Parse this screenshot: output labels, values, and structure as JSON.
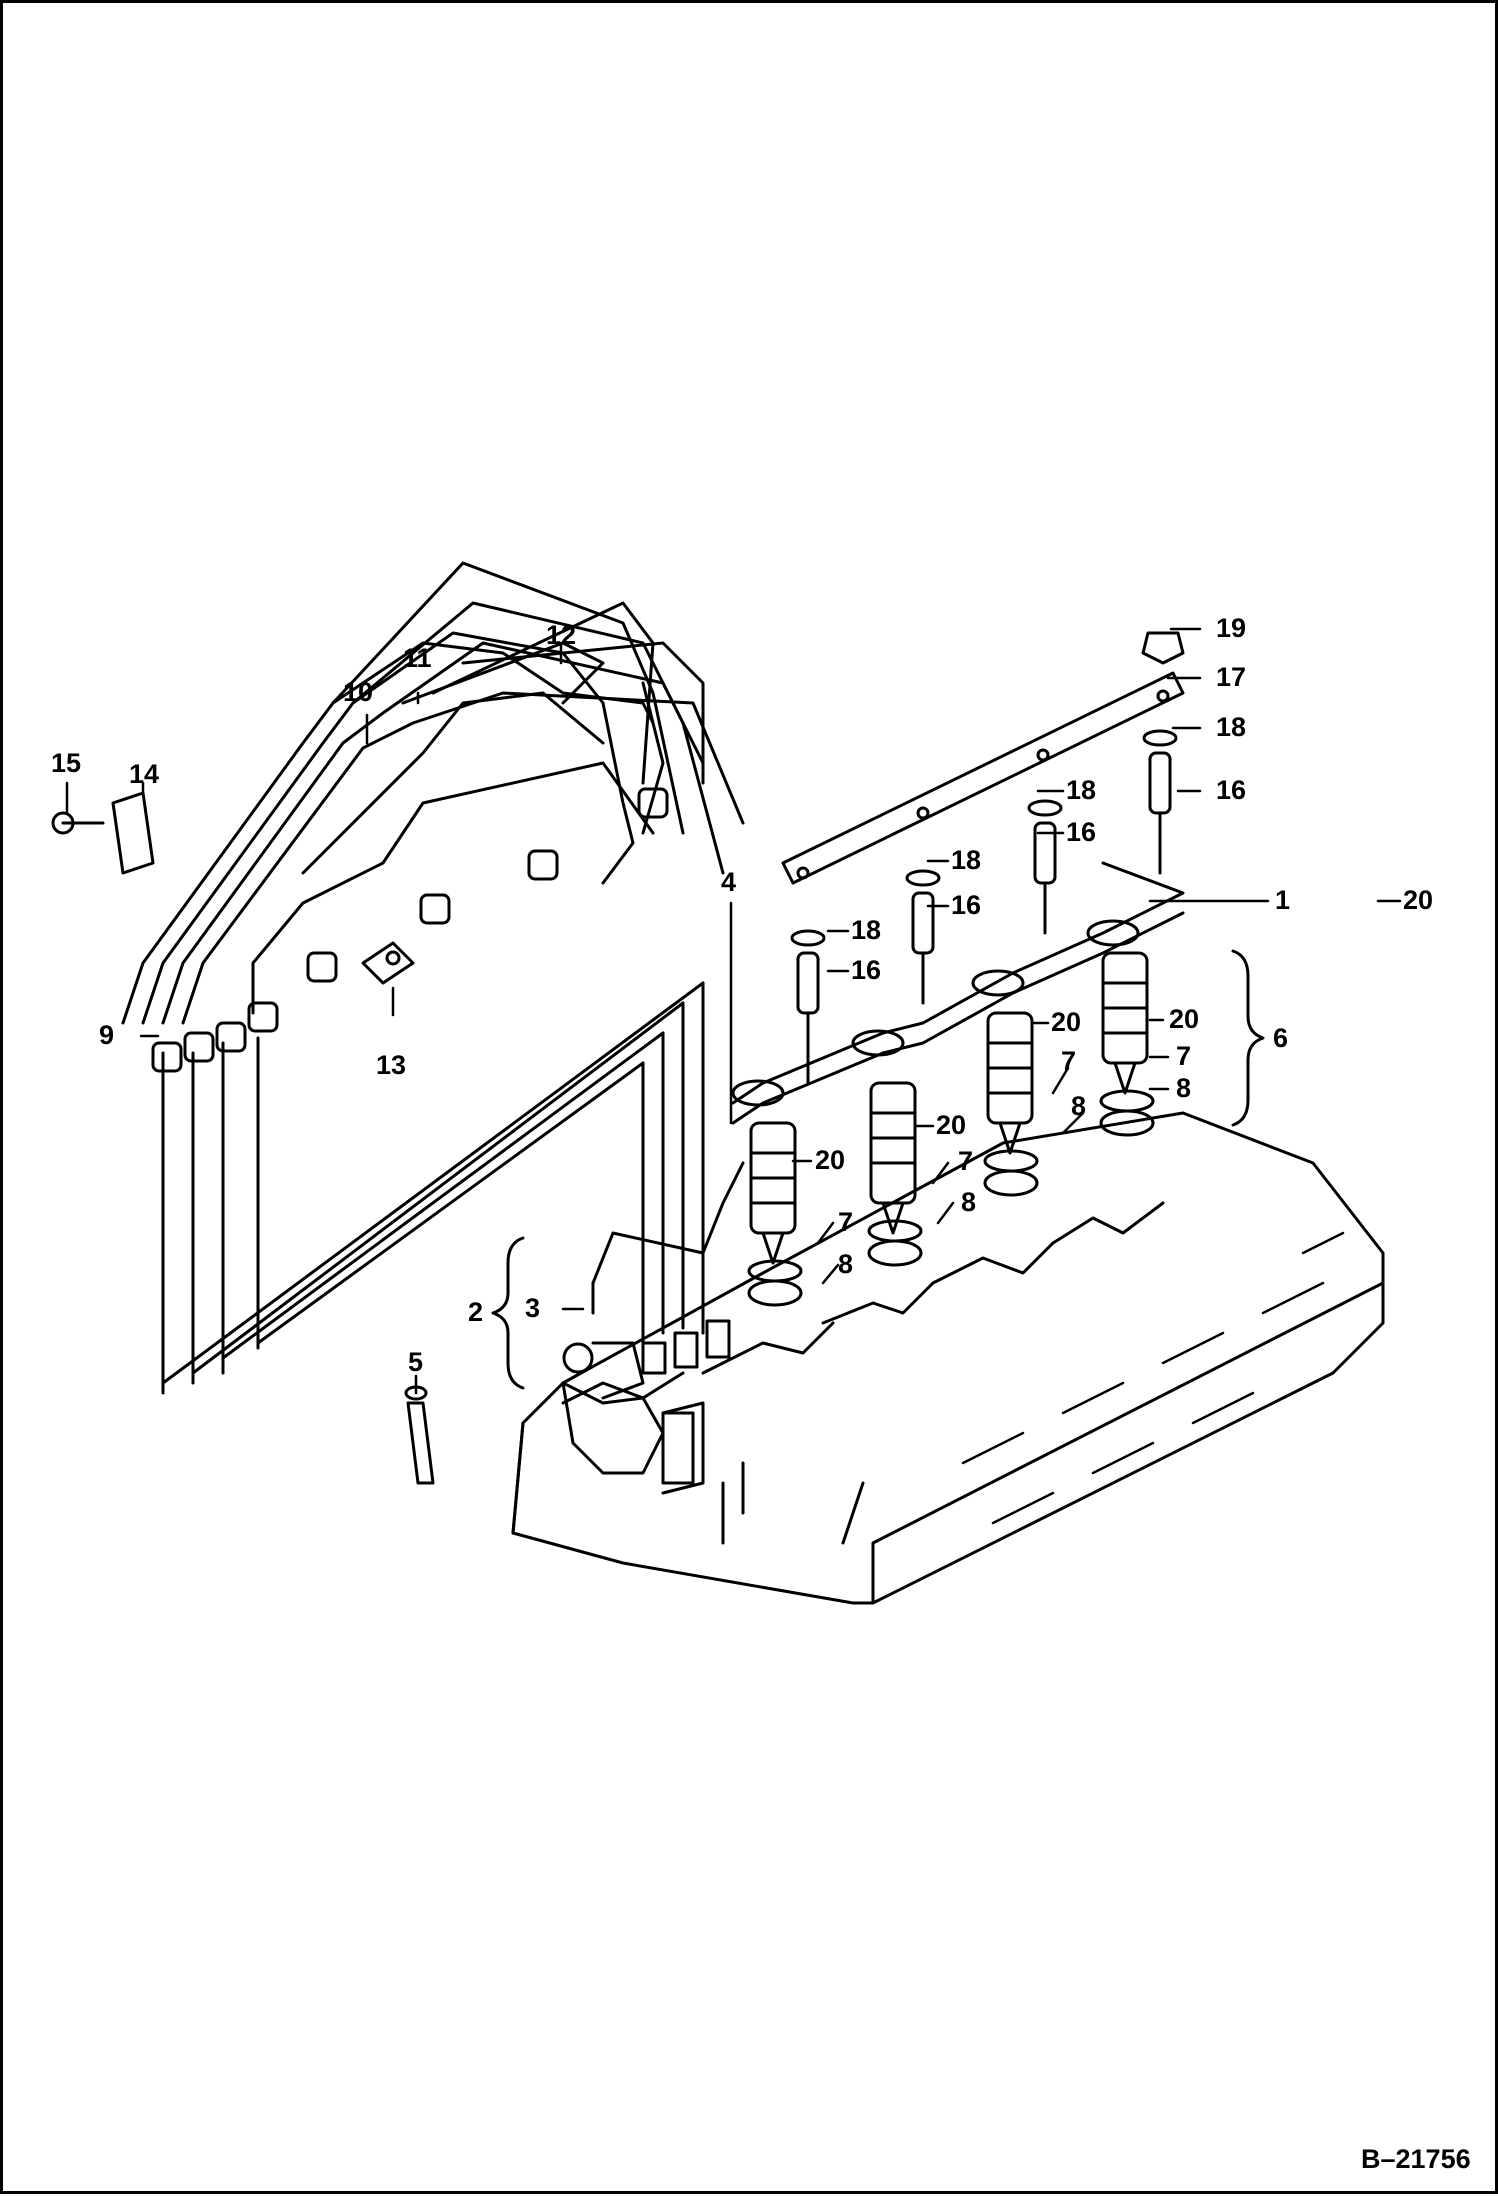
{
  "diagram": {
    "callouts": {
      "c1": "1",
      "c2": "2",
      "c3": "3",
      "c4": "4",
      "c5": "5",
      "c6": "6",
      "c7a": "7",
      "c7b": "7",
      "c7c": "7",
      "c7d": "7",
      "c8a": "8",
      "c8b": "8",
      "c8c": "8",
      "c8d": "8",
      "c9": "9",
      "c10": "10",
      "c11": "11",
      "c12": "12",
      "c13": "13",
      "c14": "14",
      "c15": "15",
      "c16a": "16",
      "c16b": "16",
      "c16c": "16",
      "c16d": "16",
      "c17": "17",
      "c18a": "18",
      "c18b": "18",
      "c18c": "18",
      "c18d": "18",
      "c19": "19",
      "c20a": "20",
      "c20b": "20",
      "c20c": "20",
      "c20d": "20",
      "c20e": "20"
    },
    "reference": "B–21756"
  }
}
